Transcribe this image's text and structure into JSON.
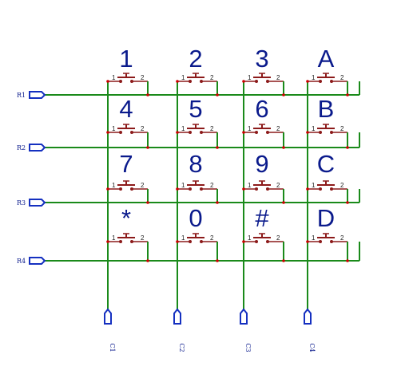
{
  "colors": {
    "wire": "#1a8a1a",
    "switch": "#8c1a1a",
    "port": "#1530c0",
    "label": "#0a1a8c",
    "pin_text": "#222222",
    "junction": "#cc0000"
  },
  "rows": [
    {
      "port": "R1",
      "keys": [
        "1",
        "2",
        "3",
        "A"
      ]
    },
    {
      "port": "R2",
      "keys": [
        "4",
        "5",
        "6",
        "B"
      ]
    },
    {
      "port": "R3",
      "keys": [
        "7",
        "8",
        "9",
        "C"
      ]
    },
    {
      "port": "R4",
      "keys": [
        "*",
        "0",
        "#",
        "D"
      ]
    }
  ],
  "columns": [
    "C1",
    "C2",
    "C3",
    "C4"
  ],
  "switch_pins": [
    "1",
    "2"
  ]
}
